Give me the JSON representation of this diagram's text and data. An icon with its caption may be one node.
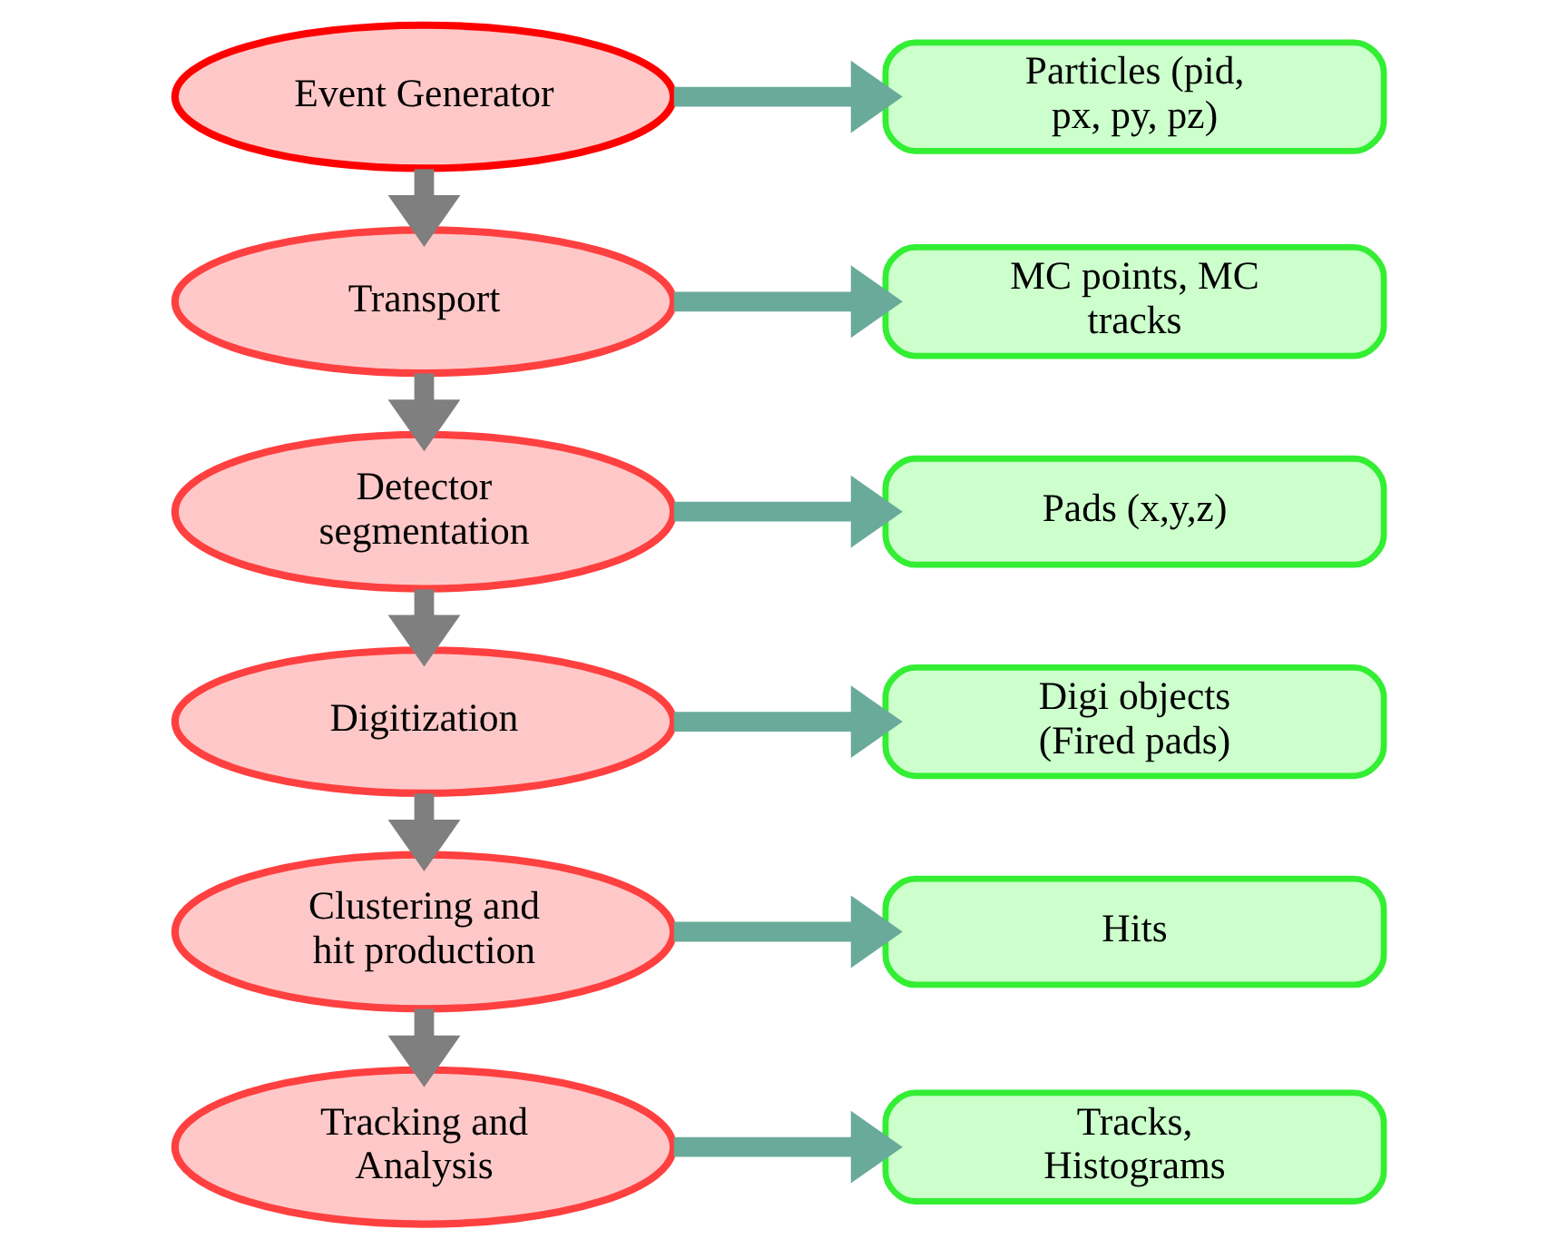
{
  "diagram": {
    "nodes": [
      {
        "text": [
          "Event Generator"
        ]
      },
      {
        "text": [
          "Particles (pid, px, py, pz)"
        ]
      },
      {
        "text": [
          "Transport"
        ]
      },
      {
        "text": [
          "MC points, MC tracks"
        ]
      },
      {
        "text": [
          "Detector segmentation"
        ]
      },
      {
        "text": [
          "Pads (x,y,z)"
        ]
      },
      {
        "text": [
          "Digitization"
        ]
      },
      {
        "text": [
          "Digi objects (Fired pads)"
        ]
      },
      {
        "text": [
          "Clustering and hit production"
        ]
      },
      {
        "text": [
          "Hits"
        ]
      },
      {
        "text": [
          "Tracking and Analysis"
        ]
      },
      {
        "text": [
          "Tracks, Histograms"
        ]
      }
    ],
    "edges": [
      {
        "from": 0,
        "to": 1,
        "arrow": "to"
      },
      {
        "from": 0,
        "to": 2,
        "arrow": "to",
        "color": "#7f7f7f"
      },
      {
        "from": 2,
        "to": 3,
        "arrow": "to"
      },
      {
        "from": 2,
        "to": 4,
        "arrow": "to",
        "color": "#7f7f7f"
      },
      {
        "from": 4,
        "to": 5,
        "arrow": "to"
      },
      {
        "from": 4,
        "to": 6,
        "arrow": "to",
        "color": "#7f7f7f"
      },
      {
        "from": 6,
        "to": 7,
        "arrow": "to"
      },
      {
        "from": 6,
        "to": 8,
        "arrow": "to",
        "color": "#7f7f7f"
      },
      {
        "from": 8,
        "to": 9,
        "arrow": "to"
      },
      {
        "from": 8,
        "to": 10,
        "arrow": "to",
        "color": "#7f7f7f"
      },
      {
        "from": 10,
        "to": 11,
        "arrow": "to"
      }
    ]
  }
}
